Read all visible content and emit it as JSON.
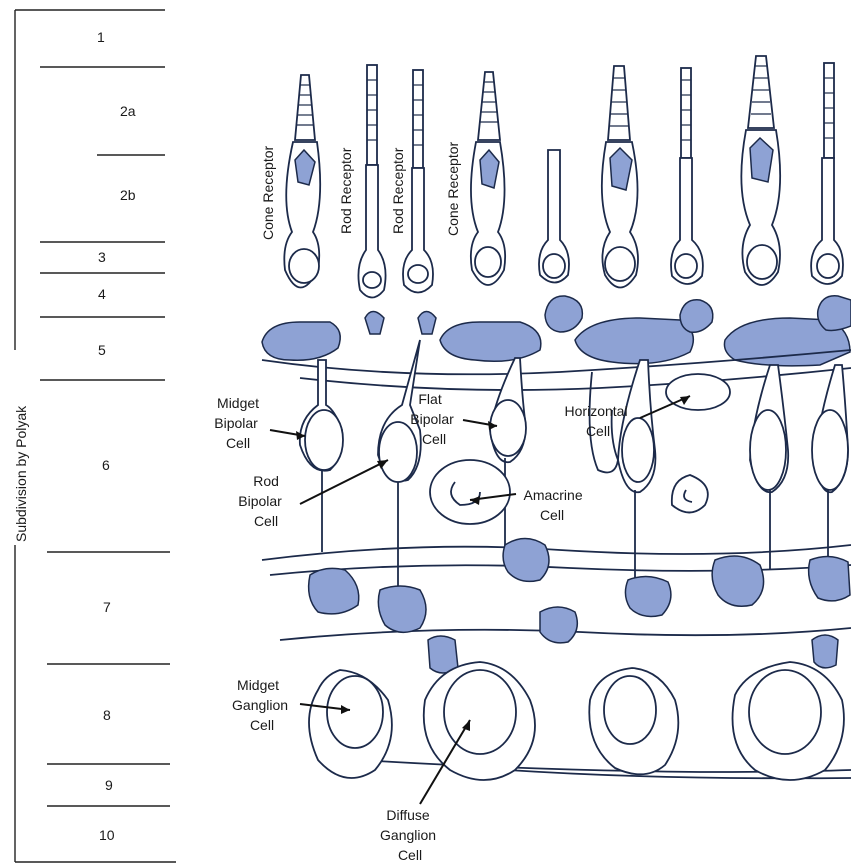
{
  "axis_title": "Subdivision by Polyak",
  "layers": [
    "1",
    "2a",
    "2b",
    "3",
    "4",
    "5",
    "6",
    "7",
    "8",
    "9",
    "10"
  ],
  "receptors": [
    "Cone Receptor",
    "Rod Receptor",
    "Rod Receptor",
    "Cone Receptor"
  ],
  "labels": {
    "midget_bipolar": [
      "Midget",
      "Bipolar",
      "Cell"
    ],
    "rod_bipolar": [
      "Rod",
      "Bipolar",
      "Cell"
    ],
    "flat_bipolar": [
      "Flat",
      "Bipolar",
      "Cell"
    ],
    "horizontal": [
      "Horizontal",
      "Cell"
    ],
    "amacrine": [
      "Amacrine",
      "Cell"
    ],
    "midget_ganglion": [
      "Midget",
      "Ganglion",
      "Cell"
    ],
    "diffuse_ganglion": [
      "Diffuse",
      "Ganglion",
      "Cell"
    ]
  }
}
